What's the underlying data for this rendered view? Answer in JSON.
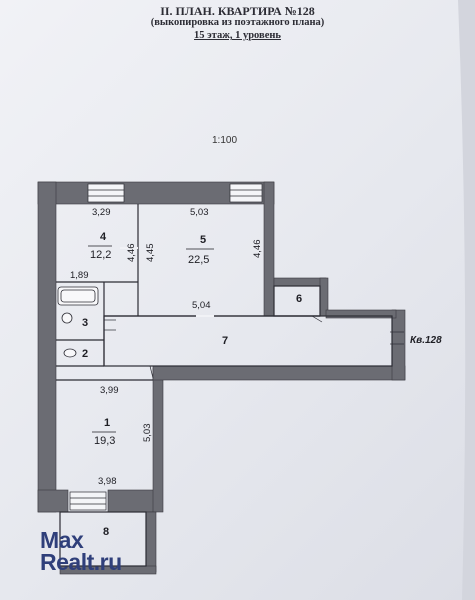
{
  "header": {
    "title": "II. ПЛАН. КВАРТИРА №128",
    "subtitle": "(выкопировка из поэтажного плана)",
    "floor": "15 этаж, 1 уровень"
  },
  "scale": "1:100",
  "apartment_label": "Кв.128",
  "rooms": [
    {
      "id": "1",
      "area": "19,3"
    },
    {
      "id": "2",
      "area": ""
    },
    {
      "id": "3",
      "area": ""
    },
    {
      "id": "4",
      "area": "12,2"
    },
    {
      "id": "5",
      "area": "22,5"
    },
    {
      "id": "6",
      "area": ""
    },
    {
      "id": "7",
      "area": ""
    },
    {
      "id": "8",
      "area": ""
    }
  ],
  "dimensions": {
    "room4_top": "3,29",
    "room4_right": "4,46",
    "room5_left": "4,45",
    "room5_top": "5,03",
    "room5_right": "4,46",
    "room5_bottom": "5,04",
    "room3_top": "1,89",
    "room1_top": "3,99",
    "room1_right": "5,03",
    "room1_bottom": "3,98"
  },
  "watermark": {
    "line1": "Max",
    "line2": "Realt.ru"
  },
  "colors": {
    "wall": "#6b6c73",
    "line": "#2c2c34",
    "watermark": "#2f3f7a"
  }
}
